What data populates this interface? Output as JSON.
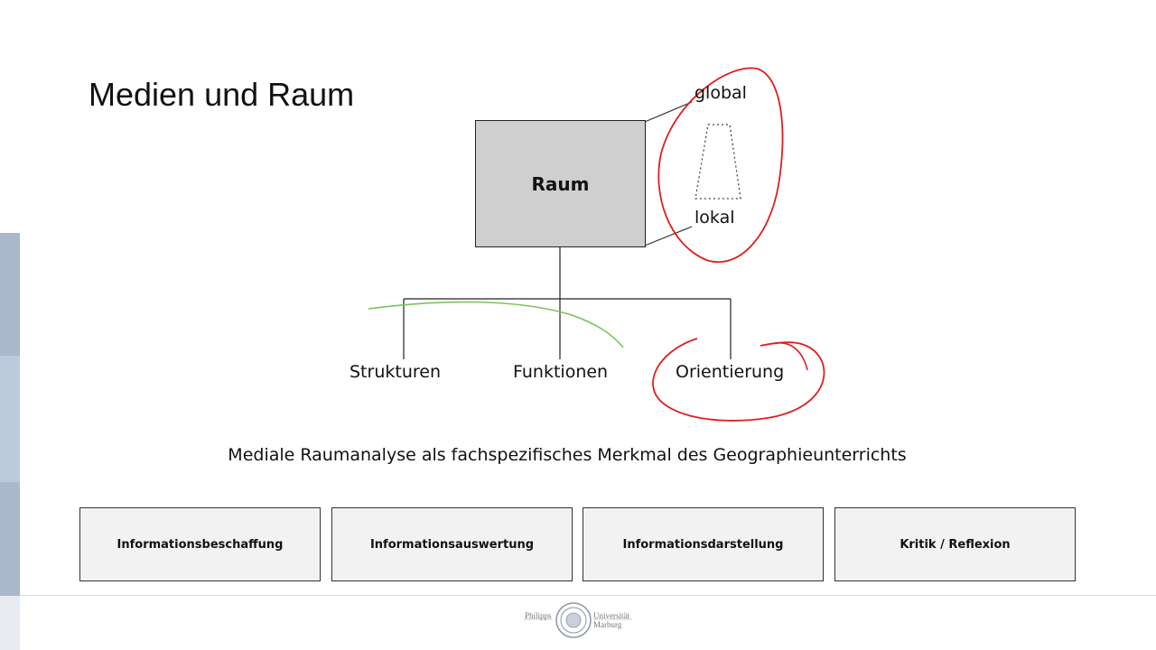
{
  "slide": {
    "title": "Medien und Raum"
  },
  "diagram": {
    "center_box": "Raum",
    "scale_top": "global",
    "scale_bottom": "lokal",
    "branches": [
      "Strukturen",
      "Funktionen",
      "Orientierung"
    ]
  },
  "subtitle": "Mediale Raumanalyse als fachspezifisches Merkmal des Geographieunterrichts",
  "cards": [
    "Informationsbeschaffung",
    "Informationsauswertung",
    "Informationsdarstellung",
    "Kritik / Reflexion"
  ],
  "footer": {
    "logo_left_text": "Philipps",
    "logo_right_text_1": "Universität",
    "logo_right_text_2": "Marburg"
  },
  "colors": {
    "annotation_red": "#e01e1e",
    "annotation_green": "#7cc35a",
    "box_fill": "#cfcfcf",
    "side_strip": [
      "#a9b8cc",
      "#bccbdc",
      "#a9b8cc",
      "#e8ecf1"
    ]
  }
}
